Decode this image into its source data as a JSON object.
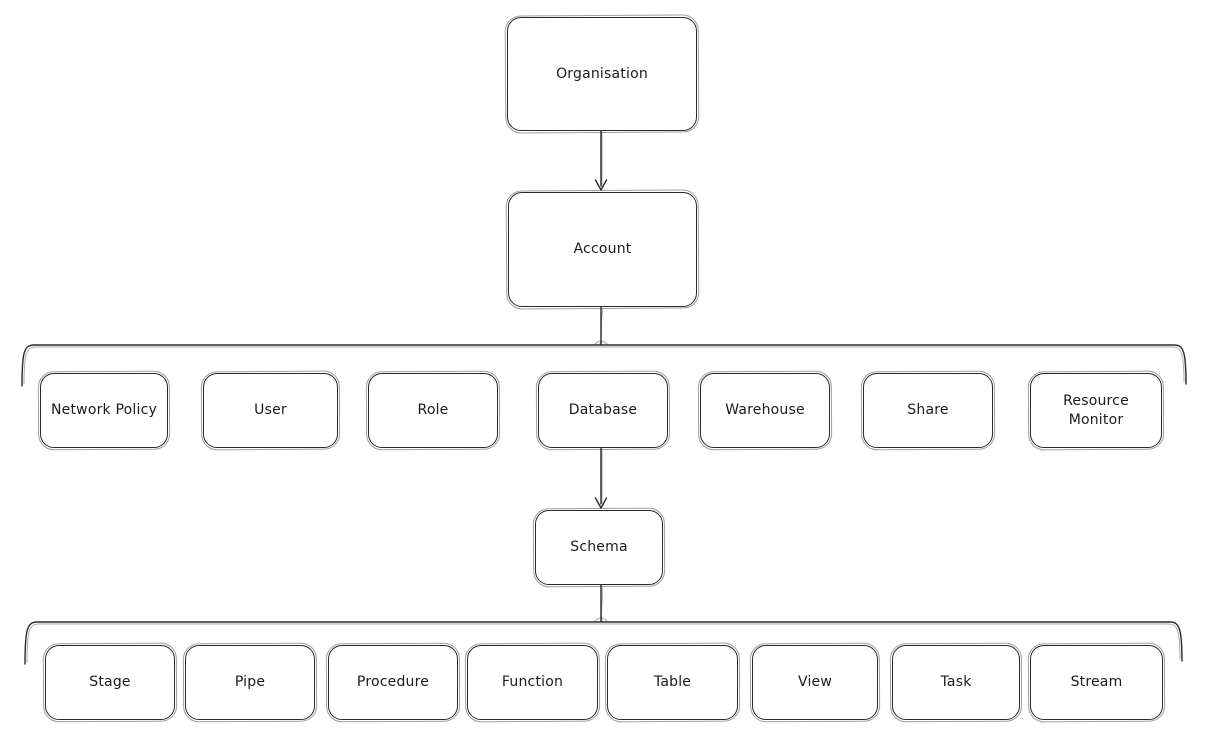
{
  "diagram": {
    "type": "hierarchy-tree",
    "style": "hand-drawn-sketch",
    "colors": {
      "background": "#ffffff",
      "stroke": "#2a2a2a",
      "text": "#1a1a1a",
      "node_fill": "#ffffff"
    },
    "nodes": {
      "organisation": "Organisation",
      "account": "Account",
      "schema": "Schema"
    },
    "account_children": [
      "Network Policy",
      "User",
      "Role",
      "Database",
      "Warehouse",
      "Share",
      "Resource Monitor"
    ],
    "schema_children": [
      "Stage",
      "Pipe",
      "Procedure",
      "Function",
      "Table",
      "View",
      "Task",
      "Stream"
    ],
    "edges": [
      "Organisation -> Account (arrow)",
      "Account -> Network Policy, User, Role, Database, Warehouse, Share, Resource Monitor (bracket)",
      "Database -> Schema (arrow)",
      "Schema -> Stage, Pipe, Procedure, Function, Table, View, Task, Stream (bracket)"
    ]
  }
}
